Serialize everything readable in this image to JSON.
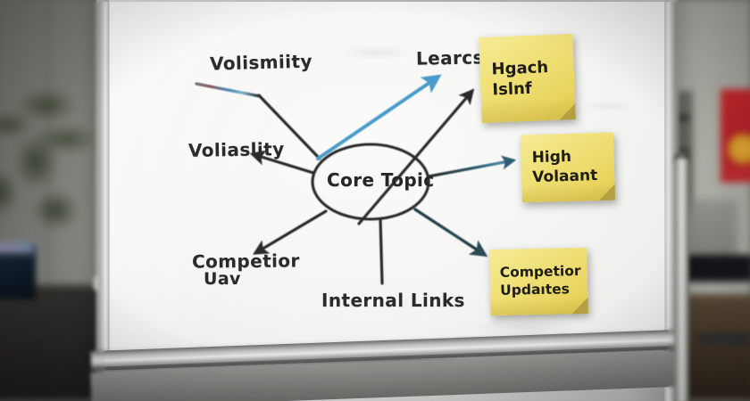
{
  "scene": {
    "title": "Whiteboard mind map photo",
    "setting": "office"
  },
  "mindmap": {
    "center_node": {
      "label": "Core Topic",
      "shape": "ellipse"
    },
    "branches": [
      {
        "id": "branch-volismiity",
        "label": "Volismiity",
        "direction": "up-left",
        "connector": "line",
        "connector_color": "#2b2b2b",
        "highlight_color": "#4a9cc9"
      },
      {
        "id": "branch-voliaslity",
        "label": "Voliaslity",
        "direction": "left",
        "connector": "arrow",
        "connector_color": "#2b2b2b"
      },
      {
        "id": "branch-competior-uav",
        "label_line1": "Competior",
        "label_line2": "Uav",
        "direction": "down-left",
        "connector": "arrow",
        "connector_color": "#2b2b2b"
      },
      {
        "id": "branch-internal-links",
        "label": "Internal Links",
        "direction": "down",
        "connector": "line",
        "connector_color": "#2b2b2b"
      },
      {
        "id": "branch-learcs",
        "label": "Learcs",
        "direction": "up-right",
        "connector": "arrow",
        "connector_color": "#4a9cc9"
      }
    ],
    "sticky_notes": [
      {
        "id": "sticky-hgach-islnf",
        "line1": "Hgach",
        "line2": "Islnf",
        "color": "#f0e179",
        "connector": "arrow",
        "connector_color": "#2b2b2b"
      },
      {
        "id": "sticky-high-volaant",
        "line1": "High",
        "line2": "Volaant",
        "color": "#f0e179",
        "connector": "arrow",
        "connector_color": "#2e5f73"
      },
      {
        "id": "sticky-competior-updaites",
        "line1": "Competior",
        "line2": "Updaıtes",
        "color": "#f0e179",
        "connector": "arrow",
        "connector_color": "#2a4c57"
      }
    ]
  },
  "background": {
    "objects": [
      "potted-plant",
      "desk",
      "monitor",
      "wall-poster",
      "equipment-rack",
      "office-chair",
      "keyboard"
    ]
  },
  "whiteboard": {
    "frame_color": "#c9cbc9",
    "surface_color": "#f7f7f5",
    "has_marker_tray": true,
    "has_stand": true
  }
}
